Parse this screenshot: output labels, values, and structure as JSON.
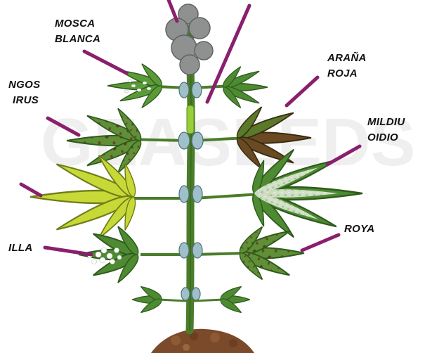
{
  "illustration": {
    "subject": "cannabis-plant",
    "watermark_text": "GEASEEDS",
    "colors": {
      "stem": "#4a7d2a",
      "leaf_healthy": "#4d8a32",
      "leaf_yellow": "#c7d936",
      "leaf_brown": "#6a4a22",
      "mildew": "#e9efe0",
      "leader_line": "#8a1f6e",
      "soil": "#7a4a2a",
      "smoke": "#8e9190",
      "label_text": "#111111"
    }
  },
  "labels": {
    "mosca_blanca_1": "MOSCA",
    "mosca_blanca_2": "BLANCA",
    "hongos_1": "NGOS",
    "hongos_2": "IRUS",
    "arana_roja_1": "ARAÑA",
    "arana_roja_2": "ROJA",
    "mildiu_1": "MILDIU",
    "mildiu_2": "OIDIO",
    "roya": "ROYA",
    "polilla": "ILLA"
  }
}
